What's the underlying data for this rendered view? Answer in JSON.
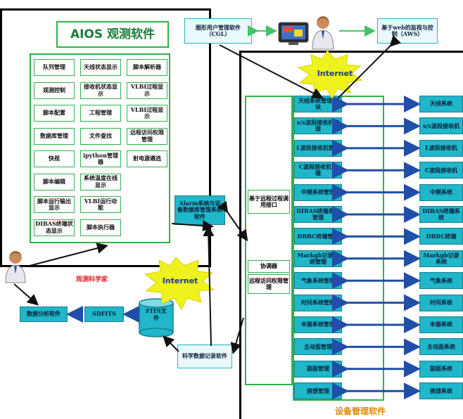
{
  "aios": {
    "title": "AIOS 观测软件",
    "items": [
      "队列管理",
      "天线状态显示",
      "脚本解析器",
      "观测控制",
      "接收机状态显示",
      "VLBI过程显示",
      "脚本配置",
      "工程管理",
      "VLBI过程显示",
      "数据库管理",
      "文件查找",
      "远程访问权限管理",
      "快视",
      "ipython管理器",
      "射电源遴选",
      "脚本编辑",
      "系统温度在线显示",
      "",
      "脚本运行输出显示",
      "VLBI运行动能",
      "",
      "DIBAS终端状态显示",
      "脚本执行器",
      ""
    ]
  },
  "cgl": {
    "label": "图形用户管理软件（CGL）"
  },
  "aws": {
    "label": "基于web的监视与控制（AWS）"
  },
  "internet_top": "Internet",
  "internet_bottom": "Internet",
  "alarm": {
    "label": "Alarm系统与设备数据库管理系统软件"
  },
  "scientist": "观测科学家",
  "analysis": "数据分析软件",
  "sdfits": "SDFITS",
  "fits": "FITS文件",
  "recorder": "科学数据记录软件",
  "equipment": {
    "title": "设备管理软件",
    "left": [
      "基于远程过程调用接口",
      "协调器",
      "远程访问权限管理"
    ],
    "managers": [
      "天线系统管理模块",
      "s/x波段接收机管理",
      "L波段接收机管理",
      "C波段接收机管理",
      "中频系统管理",
      "DIBAS终端系统管理",
      "DBBC终端管理",
      "Markgb记录系统管理",
      "气象系统管理",
      "时间系统管理",
      "本振系统管理",
      "主动面管理",
      "副面管理",
      "换馈管理"
    ],
    "systems": [
      "天线系统",
      "s/x波段接收机",
      "L波段接收机",
      "C波段接收机",
      "中频系统",
      "DIBAS终端系统",
      "DBBC终端",
      "Markgb记录系统",
      "气象系统",
      "时间系统",
      "本振系统",
      "主动面系统",
      "副面系统",
      "换馈系统"
    ]
  },
  "colors": {
    "teal": "#1fb7c9",
    "green": "#30b24a",
    "arrow_blue": "#1f4fa8",
    "burst": "#eef21d"
  }
}
